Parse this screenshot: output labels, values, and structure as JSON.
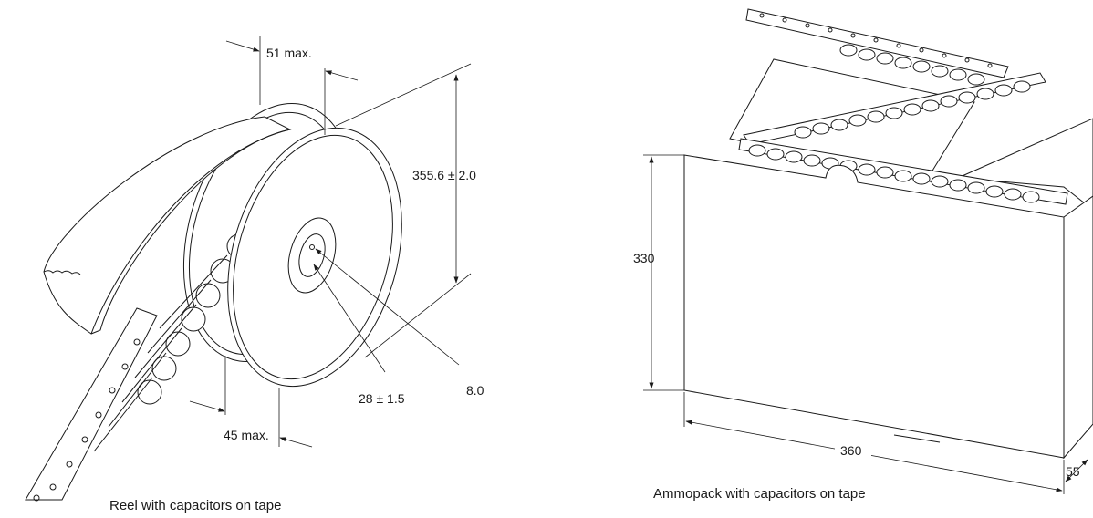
{
  "reel": {
    "caption": "Reel with capacitors on tape",
    "dims": {
      "width_top": "51 max.",
      "diameter": "355.6 ± 2.0",
      "hub_diameter": "28 ± 1.5",
      "spindle_hole": "8.0",
      "width_bottom": "45 max."
    }
  },
  "ammopack": {
    "caption": "Ammopack with capacitors on tape",
    "dims": {
      "height": "330",
      "length": "360",
      "depth": "55"
    }
  },
  "colors": {
    "line": "#1a1a1a",
    "background": "#ffffff"
  }
}
